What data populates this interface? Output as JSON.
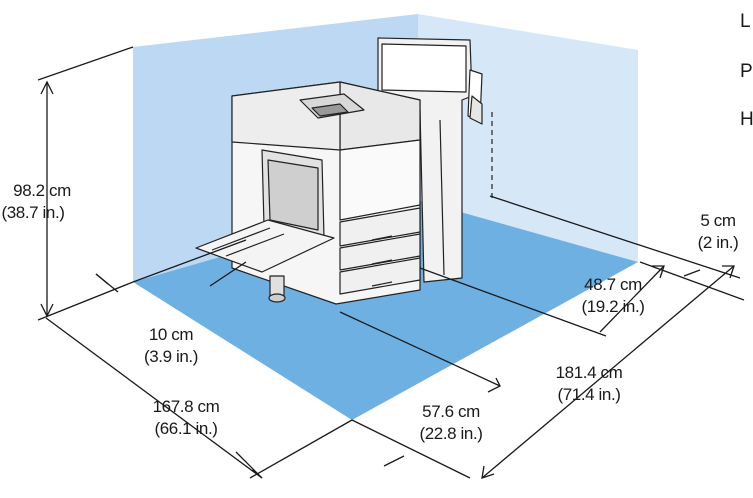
{
  "dimensions": {
    "height": {
      "metric": "98.2 cm",
      "imperial": "(38.7 in.)"
    },
    "back_clearance": {
      "metric": "5 cm",
      "imperial": "(2 in.)"
    },
    "finisher_depth": {
      "metric": "48.7 cm",
      "imperial": "(19.2 in.)"
    },
    "total_width": {
      "metric": "181.4 cm",
      "imperial": "(71.4 in.)"
    },
    "printer_depth": {
      "metric": "57.6 cm",
      "imperial": "(22.8 in.)"
    },
    "side_clearance": {
      "metric": "10 cm",
      "imperial": "(3.9 in.)"
    },
    "total_depth": {
      "metric": "167.8 cm",
      "imperial": "(66.1 in.)"
    }
  },
  "cropped_side_text": [
    "L",
    "P",
    "H"
  ],
  "colors": {
    "floor": "#6fb0e3",
    "wall_left": "#bcd8f2",
    "wall_back": "#d6e7f7",
    "line": "#1a1a1a"
  }
}
